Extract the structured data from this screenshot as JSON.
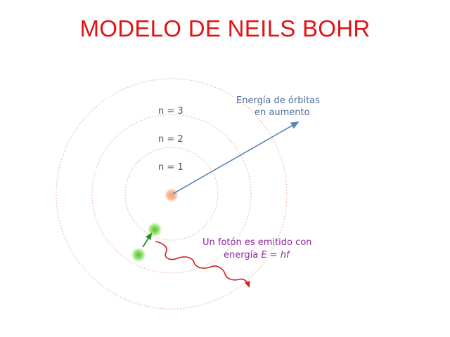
{
  "title": "MODELO DE NEILS BOHR",
  "orbits": {
    "n3": "n = 3",
    "n2": "n = 2",
    "n1": "n = 1"
  },
  "energy_arrow": {
    "line1": "Energía de órbitas",
    "line2": "en aumento"
  },
  "photon": {
    "line1": "Un fotón es emitido con",
    "line2_prefix": "energía ",
    "line2_formula_E": "E",
    "line2_eq": " = ",
    "line2_formula_hf": "hf"
  },
  "colors": {
    "title": "#e01414",
    "orbit": "#e3a98a",
    "label": "#555555",
    "energy_text": "#4a6b9a",
    "energy_arrow": "#5b84b1",
    "photon_text": "#8e2a9e",
    "photon_wave": "#d11f1f",
    "nucleus": "#f08a5d",
    "electron": "#5fcf3a",
    "transition_arrow": "#2c8a2c"
  }
}
